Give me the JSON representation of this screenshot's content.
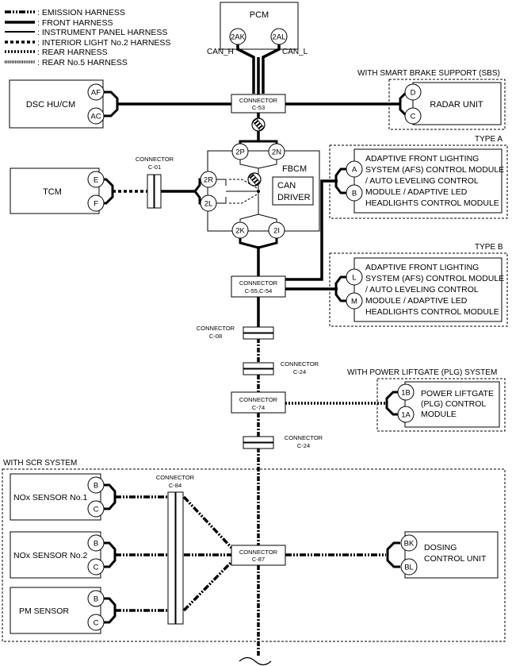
{
  "legend": [
    {
      "label": ": EMISSION HARNESS",
      "style": "emission"
    },
    {
      "label": ": FRONT HARNESS",
      "style": "front"
    },
    {
      "label": ": INSTRUMENT PANEL HARNESS",
      "style": "ip"
    },
    {
      "label": ": INTERIOR LIGHT No.2 HARNESS",
      "style": "interior"
    },
    {
      "label": ": REAR HARNESS",
      "style": "rear"
    },
    {
      "label": ": REAR No.5 HARNESS",
      "style": "rear5"
    }
  ],
  "modules": {
    "pcm": "PCM",
    "dsc": "DSC HU/CM",
    "radar": "RADAR UNIT",
    "tcm": "TCM",
    "fbcm": "FBCM",
    "can_driver_1": "CAN",
    "can_driver_2": "DRIVER",
    "afs_a": [
      "ADAPTIVE FRONT LIGHTING",
      "SYSTEM (AFS) CONTROL MODULE",
      "/ AUTO LEVELING CONTROL",
      "MODULE / ADAPTIVE LED",
      "HEADLIGHTS CONTROL MODULE"
    ],
    "afs_b": [
      "ADAPTIVE FRONT LIGHTING",
      "SYSTEM (AFS) CONTROL MODULE",
      "/ AUTO LEVELING CONTROL",
      "MODULE / ADAPTIVE LED",
      "HEADLIGHTS CONTROL MODULE"
    ],
    "plg": [
      "POWER LIFTGATE",
      "(PLG) CONTROL",
      "MODULE"
    ],
    "nox1": "NOx SENSOR No.1",
    "nox2": "NOx SENSOR No.2",
    "pm": "PM SENSOR",
    "dosing": [
      "DOSING",
      "CONTROL UNIT"
    ]
  },
  "groups": {
    "sbs": "WITH SMART BRAKE SUPPORT (SBS)",
    "type_a": "TYPE A",
    "type_b": "TYPE B",
    "plg": "WITH POWER LIFTGATE (PLG) SYSTEM",
    "scr": "WITH SCR SYSTEM"
  },
  "signals": {
    "can_h": "CAN_H",
    "can_l": "CAN_L"
  },
  "terminals": {
    "pcm_h": "2AK",
    "pcm_l": "2AL",
    "dsc_1": "AF",
    "dsc_2": "AC",
    "radar_1": "D",
    "radar_2": "C",
    "tcm_1": "E",
    "tcm_2": "F",
    "fbcm_top_l": "2P",
    "fbcm_top_r": "2N",
    "fbcm_mid_t": "2R",
    "fbcm_mid_b": "2L",
    "fbcm_bot_l": "2K",
    "fbcm_bot_r": "2I",
    "afs_a_1": "A",
    "afs_a_2": "B",
    "afs_b_1": "L",
    "afs_b_2": "M",
    "plg_1": "1B",
    "plg_2": "1A",
    "nox1_1": "B",
    "nox1_2": "C",
    "nox2_1": "B",
    "nox2_2": "C",
    "pm_1": "B",
    "pm_2": "C",
    "dosing_1": "BK",
    "dosing_2": "BL"
  },
  "connectors": {
    "c53": [
      "CONNECTOR",
      "C-53"
    ],
    "c01": [
      "CONNECTOR",
      "C-01"
    ],
    "c55": [
      "CONNECTOR",
      "C-55,C-54"
    ],
    "c08": [
      "CONNECTOR",
      "C-08"
    ],
    "c24a": [
      "CONNECTOR",
      "C-24"
    ],
    "c74": [
      "CONNECTOR",
      "C-74"
    ],
    "c24b": [
      "CONNECTOR",
      "C-24"
    ],
    "c84": [
      "CONNECTOR",
      "C-84"
    ],
    "c87": [
      "CONNECTOR",
      "C-87"
    ]
  }
}
